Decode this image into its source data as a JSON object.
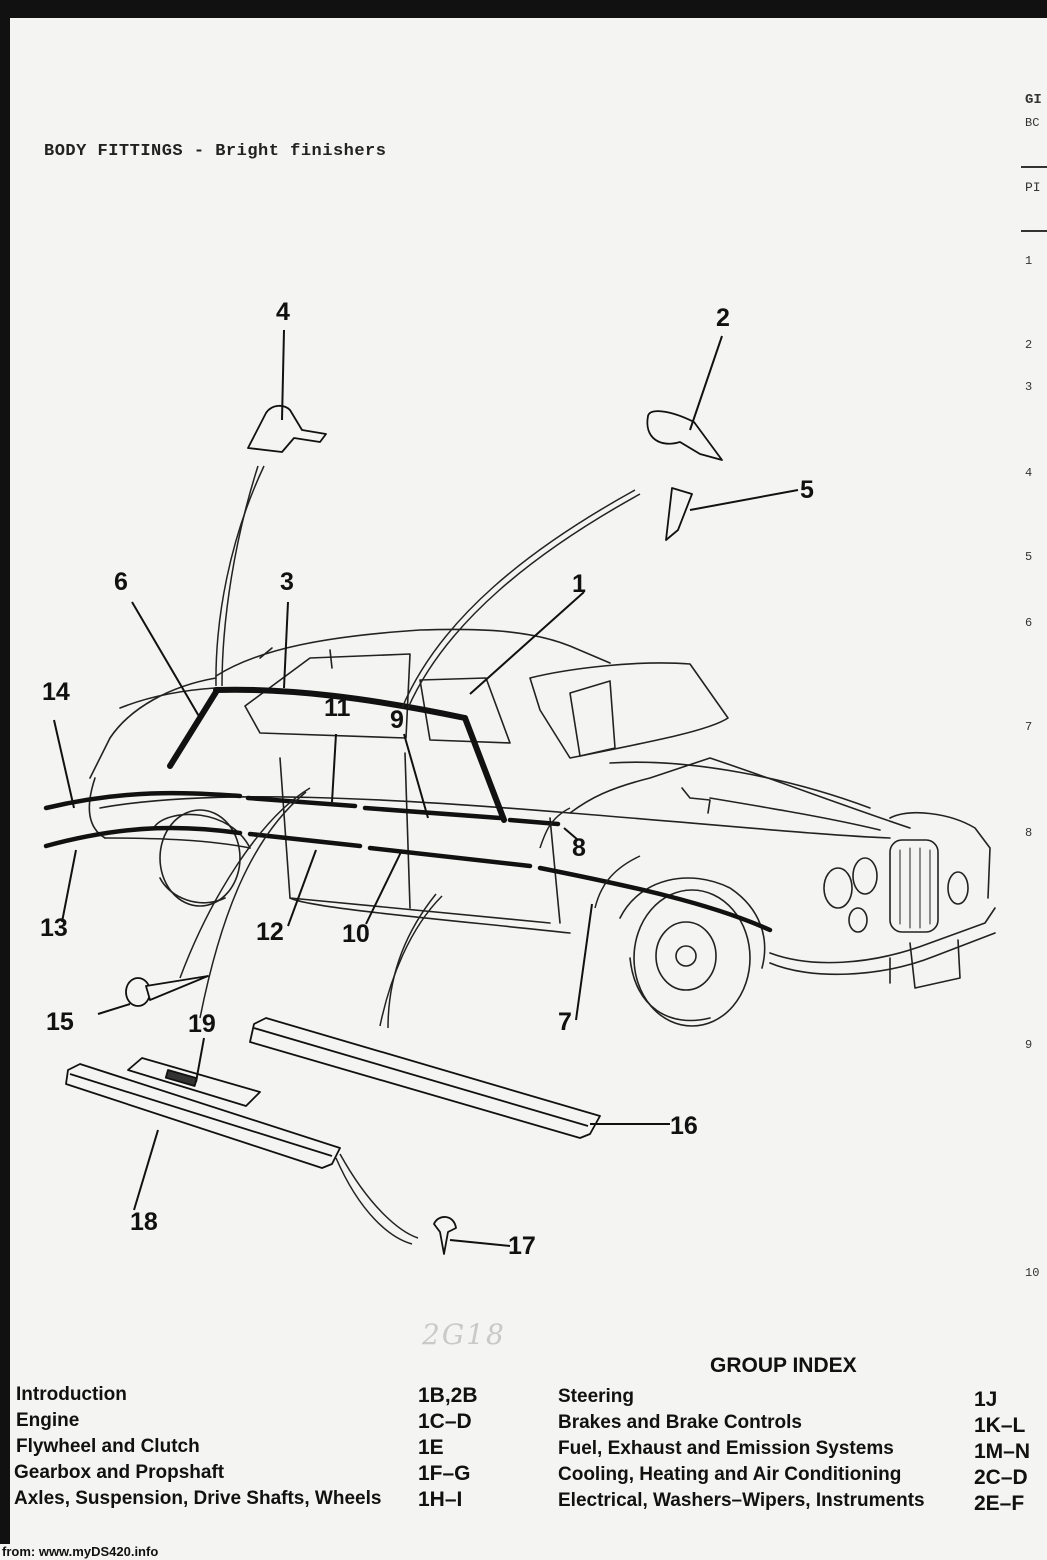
{
  "page": {
    "title": "BODY FITTINGS - Bright finishers",
    "handwritten_note": "2G18",
    "footer": "from: www.myDS420.info"
  },
  "right_margin": {
    "header_line1": "GI",
    "header_line2": "BC",
    "header_line3": "PI",
    "row_numbers": [
      "1",
      "2",
      "3",
      "4",
      "5",
      "6",
      "7",
      "8",
      "9",
      "10"
    ]
  },
  "diagram": {
    "callouts": [
      "1",
      "2",
      "3",
      "4",
      "5",
      "6",
      "7",
      "8",
      "9",
      "10",
      "11",
      "12",
      "13",
      "14",
      "15",
      "16",
      "17",
      "18",
      "19"
    ],
    "stroke_color": "#111111"
  },
  "group_index": {
    "title": "GROUP INDEX",
    "left": [
      {
        "label": "Introduction",
        "code": "1B,2B"
      },
      {
        "label": "Engine",
        "code": "1C–D"
      },
      {
        "label": "Flywheel and Clutch",
        "code": "1E"
      },
      {
        "label": "Gearbox and Propshaft",
        "code": "1F–G"
      },
      {
        "label": "Axles, Suspension, Drive Shafts, Wheels",
        "code": "1H–I"
      }
    ],
    "right": [
      {
        "label": "Steering",
        "code": "1J"
      },
      {
        "label": "Brakes and Brake Controls",
        "code": "1K–L"
      },
      {
        "label": "Fuel, Exhaust and Emission Systems",
        "code": "1M–N"
      },
      {
        "label": "Cooling, Heating and Air Conditioning",
        "code": "2C–D"
      },
      {
        "label": "Electrical, Washers–Wipers, Instruments",
        "code": "2E–F"
      }
    ]
  }
}
